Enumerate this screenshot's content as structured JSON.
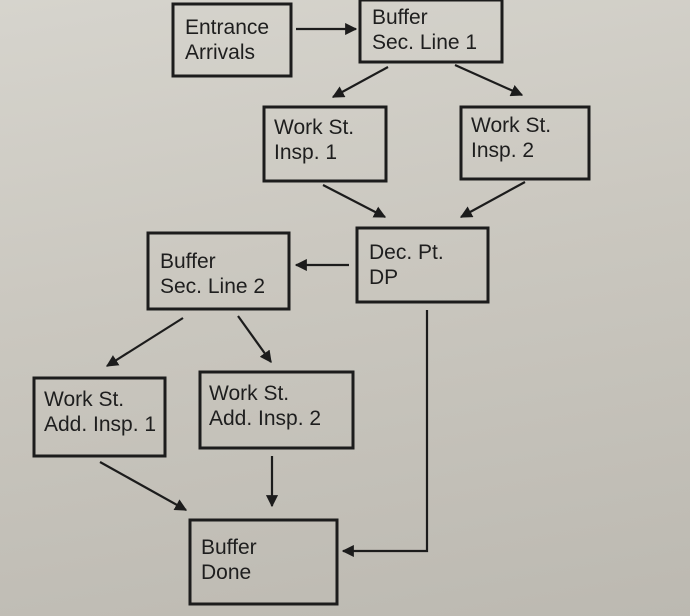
{
  "nodes": [
    {
      "id": "entrance-arrivals",
      "lines": [
        "Entrance",
        "Arrivals"
      ]
    },
    {
      "id": "buffer-sec-line-1",
      "lines": [
        "Buffer",
        "Sec. Line 1"
      ]
    },
    {
      "id": "work-st-insp-1",
      "lines": [
        "Work St.",
        "Insp. 1"
      ]
    },
    {
      "id": "work-st-insp-2",
      "lines": [
        "Work St.",
        "Insp. 2"
      ]
    },
    {
      "id": "dec-pt-dp",
      "lines": [
        "Dec. Pt.",
        "DP"
      ]
    },
    {
      "id": "buffer-sec-line-2",
      "lines": [
        "Buffer",
        "Sec. Line 2"
      ]
    },
    {
      "id": "work-st-add-insp-1",
      "lines": [
        "Work St.",
        "Add. Insp. 1"
      ]
    },
    {
      "id": "work-st-add-insp-2",
      "lines": [
        "Work St.",
        "Add. Insp. 2"
      ]
    },
    {
      "id": "buffer-done",
      "lines": [
        "Buffer",
        "Done"
      ]
    }
  ],
  "edges": [
    {
      "from": "entrance-arrivals",
      "to": "buffer-sec-line-1"
    },
    {
      "from": "buffer-sec-line-1",
      "to": "work-st-insp-1"
    },
    {
      "from": "buffer-sec-line-1",
      "to": "work-st-insp-2"
    },
    {
      "from": "work-st-insp-1",
      "to": "dec-pt-dp"
    },
    {
      "from": "work-st-insp-2",
      "to": "dec-pt-dp"
    },
    {
      "from": "dec-pt-dp",
      "to": "buffer-sec-line-2"
    },
    {
      "from": "buffer-sec-line-2",
      "to": "work-st-add-insp-1"
    },
    {
      "from": "buffer-sec-line-2",
      "to": "work-st-add-insp-2"
    },
    {
      "from": "work-st-add-insp-1",
      "to": "buffer-done"
    },
    {
      "from": "work-st-add-insp-2",
      "to": "buffer-done"
    },
    {
      "from": "dec-pt-dp",
      "to": "buffer-done"
    }
  ]
}
